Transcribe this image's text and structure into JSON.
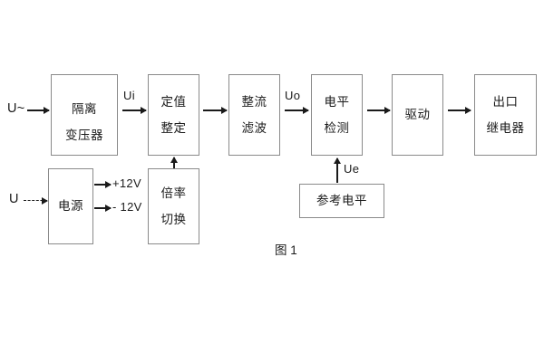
{
  "figure": {
    "caption": "图 1",
    "blocks": {
      "isolation_transformer": {
        "line1": "隔离",
        "line2": "变压器"
      },
      "setting_value": {
        "line1": "定值",
        "line2": "整定"
      },
      "rectify_filter": {
        "line1": "整流",
        "line2": "滤波"
      },
      "level_detection": {
        "line1": "电平",
        "line2": "检测"
      },
      "drive": {
        "line1": "驱动"
      },
      "output_relay": {
        "line1": "出口",
        "line2": "继电器"
      },
      "power_supply": {
        "line1": "电源"
      },
      "ratio_switch": {
        "line1": "倍率",
        "line2": "切换"
      },
      "reference_level": {
        "line1": "参考电平"
      }
    },
    "signals": {
      "input_ac": "U~",
      "input_dc": "U",
      "ui": "Ui",
      "uo": "Uo",
      "ue": "Ue",
      "supply_positive": "+12V",
      "supply_negative": "- 12V"
    },
    "colors": {
      "box_border": "#8a8a8a",
      "arrow": "#1a1a1a",
      "text": "#1a1a1a",
      "background": "#ffffff"
    }
  }
}
